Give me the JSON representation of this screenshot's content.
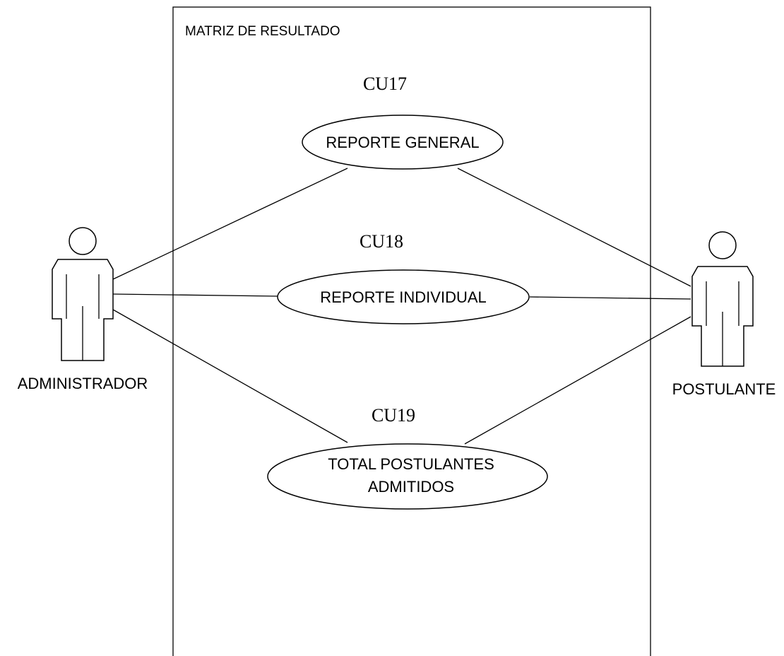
{
  "system": {
    "title": "MATRIZ DE RESULTADO"
  },
  "actors": {
    "left": {
      "label": "ADMINISTRADOR"
    },
    "right": {
      "label": "POSTULANTE"
    }
  },
  "use_cases": [
    {
      "id": "CU17",
      "name": "REPORTE GENERAL"
    },
    {
      "id": "CU18",
      "name": "REPORTE INDIVIDUAL"
    },
    {
      "id": "CU19",
      "name_line1": "TOTAL POSTULANTES",
      "name_line2": "ADMITIDOS"
    }
  ],
  "colors": {
    "stroke": "#000000",
    "background": "#ffffff"
  }
}
